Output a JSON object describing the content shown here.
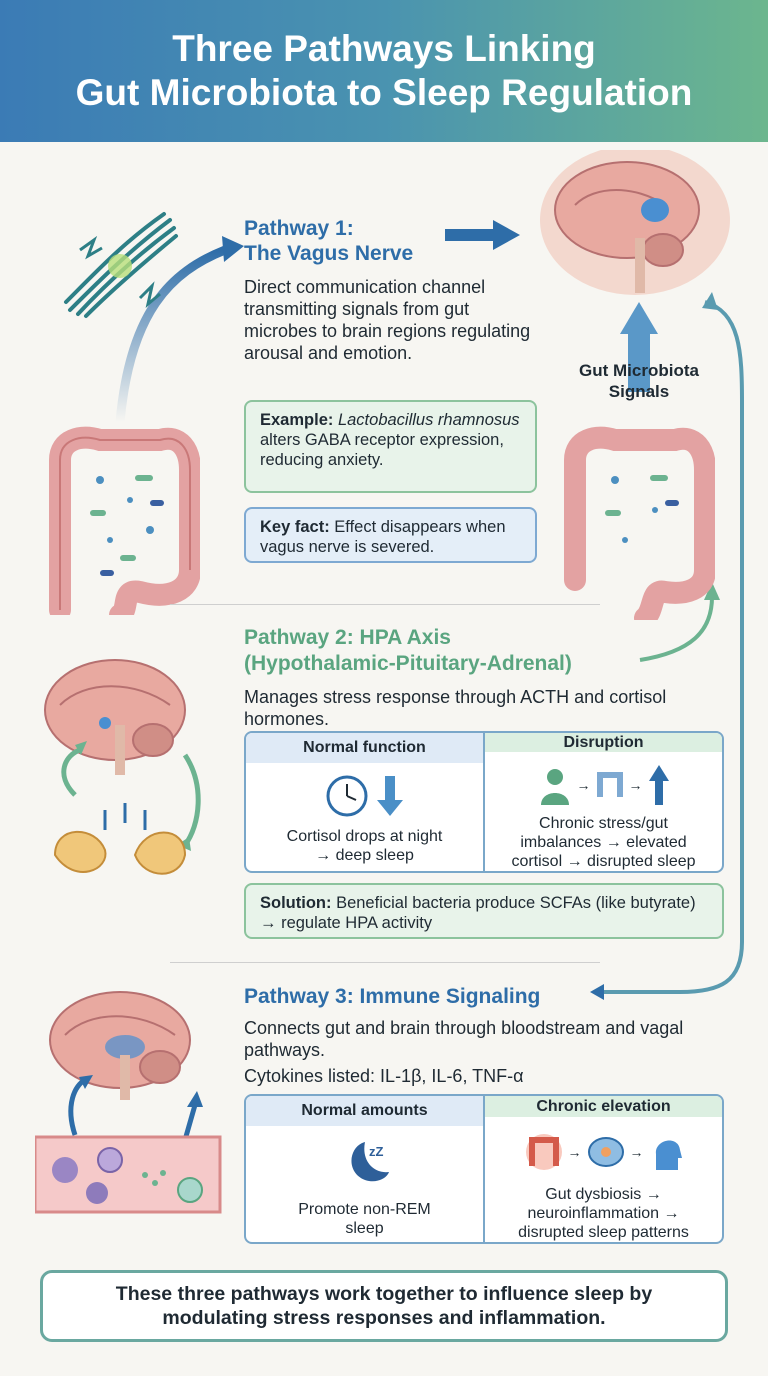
{
  "header": {
    "title_line1": "Three Pathways Linking",
    "title_line2": "Gut Microbiota to Sleep Regulation"
  },
  "pathway1": {
    "title_line1": "Pathway 1:",
    "title_line2": "The Vagus Nerve",
    "desc": "Direct communication channel transmitting signals from gut microbes to brain regions regulating arousal and emotion.",
    "example_label": "Example:",
    "example_species": "Lactobacillus rhamnosus",
    "example_text": "alters GABA receptor expression, reducing anxiety.",
    "fact_label": "Key fact:",
    "fact_text": "Effect disappears when vagus nerve is severed."
  },
  "side_label": {
    "line1": "Gut Microbiota",
    "line2": "Signals"
  },
  "pathway2": {
    "title_line1": "Pathway 2: HPA Axis",
    "title_line2": "(Hypothalamic-Pituitary-Adrenal)",
    "desc": "Manages stress response through ACTH and cortisol hormones.",
    "col1_header": "Normal function",
    "col1_text": "Cortisol drops at night → deep sleep",
    "col2_header": "Disruption",
    "col2_text": "Chronic stress/gut imbalances → elevated cortisol → disrupted sleep",
    "solution_label": "Solution:",
    "solution_text": "Beneficial bacteria produce SCFAs (like butyrate) → regulate HPA activity"
  },
  "pathway3": {
    "title": "Pathway 3: Immune Signaling",
    "desc": "Connects gut and brain through bloodstream and vagal pathways.",
    "cytokines": "Cytokines listed: IL-1β, IL-6, TNF-α",
    "col1_header": "Normal amounts",
    "col1_text": "Promote non-REM sleep",
    "col2_header": "Chronic elevation",
    "col2_text": "Gut dysbiosis → neuroinflammation → disrupted sleep patterns"
  },
  "footer": {
    "text": "These three pathways work together to influence sleep by modulating stress responses and inflammation."
  },
  "colors": {
    "blue": "#2e6da8",
    "green": "#5aa580",
    "header_start": "#3b7bb5",
    "header_end": "#6cb68e"
  },
  "icons": [
    "nerve-icon",
    "colon-icon",
    "brain-icon",
    "adrenal-gland-icon",
    "clock-icon",
    "down-arrow-icon",
    "stressed-person-icon",
    "up-arrow-icon",
    "moon-sleep-icon",
    "inflamed-gut-icon",
    "head-profile-icon",
    "blood-vessel-icon"
  ]
}
